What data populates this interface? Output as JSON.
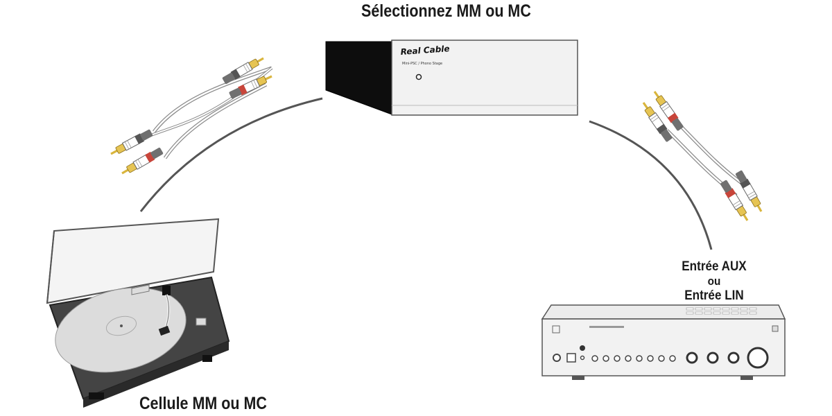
{
  "labels": {
    "title": "Sélectionnez MM ou MC",
    "cartridge": "Cellule MM ou MC",
    "amp_input_line1": "Entrée AUX",
    "amp_input_line2": "ou",
    "amp_input_line3": "Entrée LIN"
  },
  "preamp": {
    "brand": "Real Cable",
    "model": "Mini-PSC / Phono Stage"
  },
  "colors": {
    "curve": "#555555",
    "device_body": "#f2f2f2",
    "outline": "#4d4d4d",
    "platter": "#dcdcdc",
    "plinth": "#444444",
    "preamp_side": "#0d0d0d",
    "connector_gold": "#d9b53c",
    "connector_gray": "#555555",
    "connector_red": "#c8453a"
  },
  "icons": {
    "turntable": "turntable-icon",
    "preamp": "phono-preamp-icon",
    "amplifier": "amplifier-icon",
    "cable": "rca-cable-icon"
  }
}
